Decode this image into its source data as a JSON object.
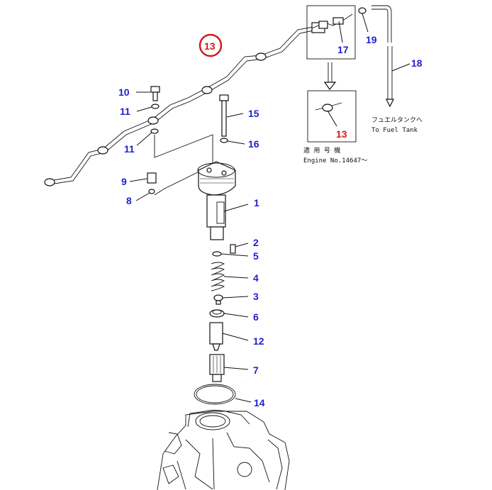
{
  "callouts": {
    "c1": "1",
    "c2": "2",
    "c3": "3",
    "c4": "4",
    "c5": "5",
    "c6": "6",
    "c7": "7",
    "c8": "8",
    "c9": "9",
    "c10": "10",
    "c11a": "11",
    "c11b": "11",
    "c12": "12",
    "c13_main": "13",
    "c13_inset": "13",
    "c14": "14",
    "c15": "15",
    "c16": "16",
    "c17": "17",
    "c18": "18",
    "c19": "19"
  },
  "notes": {
    "fuel_tank_jp": "フュエルタンクへ",
    "fuel_tank_en": "To Fuel Tank",
    "applicable_jp": "適 用 号 機",
    "applicable_en": "Engine No.14647～"
  },
  "colors": {
    "callout_blue": "#1f1fd0",
    "callout_red": "#d01b1b",
    "line": "#111111"
  }
}
